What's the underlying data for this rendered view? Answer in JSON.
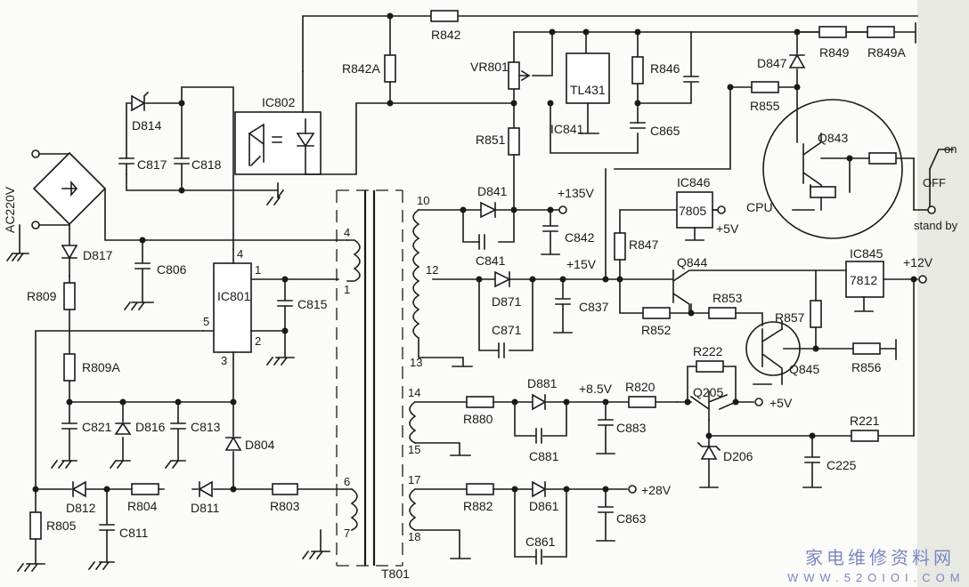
{
  "diagram": {
    "sections": {
      "input": {
        "source_label": "AC220V",
        "rectifier_diode": "D817",
        "resistors": [
          "R809",
          "R809A",
          "R805"
        ],
        "capacitors": [
          "C806",
          "C817",
          "C818",
          "C821",
          "C813",
          "C811"
        ],
        "diodes": [
          "D814",
          "D816",
          "D804",
          "D812",
          "D811"
        ],
        "resistors_feedback": [
          "R804",
          "R803"
        ]
      },
      "controller": {
        "ic": "IC801",
        "pins": [
          "1",
          "2",
          "3",
          "4",
          "5"
        ],
        "cap": "C815"
      },
      "optocoupler": {
        "ic": "IC802"
      },
      "transformer": {
        "name": "T801",
        "primary_pins": [
          "4",
          "1",
          "6",
          "7"
        ],
        "secondary_pins": [
          "10",
          "12",
          "13",
          "14",
          "15",
          "17",
          "18"
        ]
      },
      "regulation": {
        "resistors": [
          "R842",
          "R842A",
          "R851",
          "R846",
          "R849",
          "R849A",
          "R855"
        ],
        "pot": "VR801",
        "ref_ic": "TL431",
        "ref_ic_label": "IC841",
        "cap": "C865",
        "diode": "D847",
        "transistor": "Q843"
      },
      "outputs": {
        "v135": {
          "label": "+135V",
          "diode": "D841",
          "caps": [
            "C841",
            "C842"
          ]
        },
        "v15": {
          "label": "+15V",
          "diode": "D871",
          "caps": [
            "C871",
            "C837"
          ]
        },
        "v8_5": {
          "label": "+8.5V",
          "resistor": "R880",
          "diode": "D881",
          "caps": [
            "C881",
            "C883"
          ]
        },
        "v28": {
          "label": "+28V",
          "resistor": "R882",
          "diode": "D861",
          "caps": [
            "C861",
            "C863"
          ]
        }
      },
      "standby": {
        "cpu_label": "CPU",
        "switch_on": "on",
        "switch_off": "OFF",
        "standby_label": "stand by",
        "reg_7805": {
          "ic": "IC846",
          "part": "7805",
          "out": "+5V"
        },
        "reg_7812": {
          "ic": "IC845",
          "part": "7812",
          "out": "+12V"
        },
        "resistors": [
          "R847",
          "R852",
          "R853",
          "R857",
          "R856",
          "R221",
          "R222",
          "R820"
        ],
        "transistors": [
          "Q844",
          "Q845",
          "Q205"
        ],
        "zener": "D206",
        "cap": "C225",
        "out_5v": "+5V"
      }
    }
  },
  "watermark": {
    "title": "家电维修资料网",
    "url": "WWW.52OIOI.COM"
  },
  "colors": {
    "ink": "#1a1a1a",
    "paper": "#fbfbf9",
    "watermark": "#7c86c4"
  }
}
